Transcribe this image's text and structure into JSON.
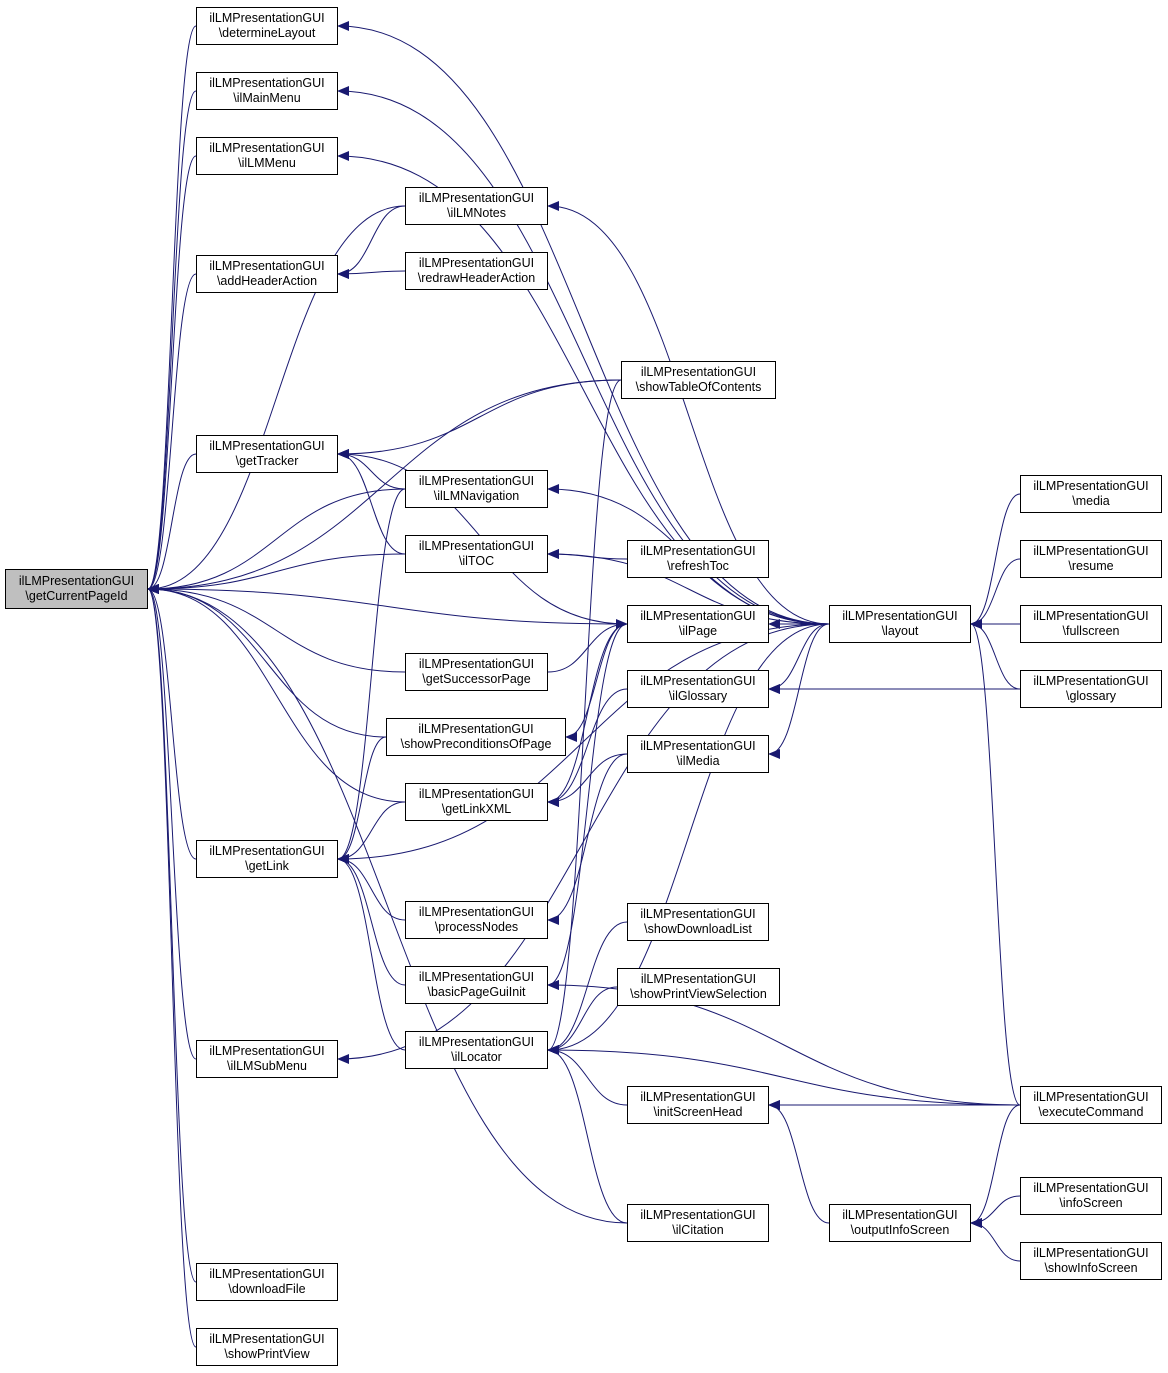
{
  "colors": {
    "edge": "#191970",
    "node_border": "#000000",
    "root_fill": "#bfbfbf",
    "node_fill": "#ffffff"
  },
  "root": "getCurrentPageId",
  "nodes": {
    "getCurrentPageId": {
      "line1": "ilLMPresentationGUI",
      "line2": "\\getCurrentPageId"
    },
    "determineLayout": {
      "line1": "ilLMPresentationGUI",
      "line2": "\\determineLayout"
    },
    "ilMainMenu": {
      "line1": "ilLMPresentationGUI",
      "line2": "\\ilMainMenu"
    },
    "ilLMMenu": {
      "line1": "ilLMPresentationGUI",
      "line2": "\\ilLMMenu"
    },
    "ilLMNotes": {
      "line1": "ilLMPresentationGUI",
      "line2": "\\ilLMNotes"
    },
    "addHeaderAction": {
      "line1": "ilLMPresentationGUI",
      "line2": "\\addHeaderAction"
    },
    "redrawHeaderAction": {
      "line1": "ilLMPresentationGUI",
      "line2": "\\redrawHeaderAction"
    },
    "showTableOfContents": {
      "line1": "ilLMPresentationGUI",
      "line2": "\\showTableOfContents"
    },
    "getTracker": {
      "line1": "ilLMPresentationGUI",
      "line2": "\\getTracker"
    },
    "ilLMNavigation": {
      "line1": "ilLMPresentationGUI",
      "line2": "\\ilLMNavigation"
    },
    "ilTOC": {
      "line1": "ilLMPresentationGUI",
      "line2": "\\ilTOC"
    },
    "refreshToc": {
      "line1": "ilLMPresentationGUI",
      "line2": "\\refreshToc"
    },
    "ilPage": {
      "line1": "ilLMPresentationGUI",
      "line2": "\\ilPage"
    },
    "layout": {
      "line1": "ilLMPresentationGUI",
      "line2": "\\layout"
    },
    "media": {
      "line1": "ilLMPresentationGUI",
      "line2": "\\media"
    },
    "resume": {
      "line1": "ilLMPresentationGUI",
      "line2": "\\resume"
    },
    "fullscreen": {
      "line1": "ilLMPresentationGUI",
      "line2": "\\fullscreen"
    },
    "glossary": {
      "line1": "ilLMPresentationGUI",
      "line2": "\\glossary"
    },
    "getSuccessorPage": {
      "line1": "ilLMPresentationGUI",
      "line2": "\\getSuccessorPage"
    },
    "ilGlossary": {
      "line1": "ilLMPresentationGUI",
      "line2": "\\ilGlossary"
    },
    "showPreconditionsOfPage": {
      "line1": "ilLMPresentationGUI",
      "line2": "\\showPreconditionsOfPage"
    },
    "ilMedia": {
      "line1": "ilLMPresentationGUI",
      "line2": "\\ilMedia"
    },
    "getLinkXML": {
      "line1": "ilLMPresentationGUI",
      "line2": "\\getLinkXML"
    },
    "getLink": {
      "line1": "ilLMPresentationGUI",
      "line2": "\\getLink"
    },
    "processNodes": {
      "line1": "ilLMPresentationGUI",
      "line2": "\\processNodes"
    },
    "showDownloadList": {
      "line1": "ilLMPresentationGUI",
      "line2": "\\showDownloadList"
    },
    "basicPageGuiInit": {
      "line1": "ilLMPresentationGUI",
      "line2": "\\basicPageGuiInit"
    },
    "showPrintViewSelection": {
      "line1": "ilLMPresentationGUI",
      "line2": "\\showPrintViewSelection"
    },
    "ilLMSubMenu": {
      "line1": "ilLMPresentationGUI",
      "line2": "\\ilLMSubMenu"
    },
    "ilLocator": {
      "line1": "ilLMPresentationGUI",
      "line2": "\\ilLocator"
    },
    "initScreenHead": {
      "line1": "ilLMPresentationGUI",
      "line2": "\\initScreenHead"
    },
    "executeCommand": {
      "line1": "ilLMPresentationGUI",
      "line2": "\\executeCommand"
    },
    "infoScreen": {
      "line1": "ilLMPresentationGUI",
      "line2": "\\infoScreen"
    },
    "ilCitation": {
      "line1": "ilLMPresentationGUI",
      "line2": "\\ilCitation"
    },
    "outputInfoScreen": {
      "line1": "ilLMPresentationGUI",
      "line2": "\\outputInfoScreen"
    },
    "showInfoScreen": {
      "line1": "ilLMPresentationGUI",
      "line2": "\\showInfoScreen"
    },
    "downloadFile": {
      "line1": "ilLMPresentationGUI",
      "line2": "\\downloadFile"
    },
    "showPrintView": {
      "line1": "ilLMPresentationGUI",
      "line2": "\\showPrintView"
    }
  },
  "edges": [
    [
      "determineLayout",
      "getCurrentPageId"
    ],
    [
      "ilMainMenu",
      "getCurrentPageId"
    ],
    [
      "ilLMMenu",
      "getCurrentPageId"
    ],
    [
      "ilLMNotes",
      "getCurrentPageId"
    ],
    [
      "addHeaderAction",
      "getCurrentPageId"
    ],
    [
      "showTableOfContents",
      "getCurrentPageId"
    ],
    [
      "getTracker",
      "getCurrentPageId"
    ],
    [
      "ilLMNavigation",
      "getCurrentPageId"
    ],
    [
      "ilTOC",
      "getCurrentPageId"
    ],
    [
      "ilPage",
      "getCurrentPageId"
    ],
    [
      "getSuccessorPage",
      "getCurrentPageId"
    ],
    [
      "showPreconditionsOfPage",
      "getCurrentPageId"
    ],
    [
      "getLinkXML",
      "getCurrentPageId"
    ],
    [
      "getLink",
      "getCurrentPageId"
    ],
    [
      "ilLMSubMenu",
      "getCurrentPageId"
    ],
    [
      "ilCitation",
      "getCurrentPageId"
    ],
    [
      "downloadFile",
      "getCurrentPageId"
    ],
    [
      "showPrintView",
      "getCurrentPageId"
    ],
    [
      "layout",
      "determineLayout"
    ],
    [
      "layout",
      "ilMainMenu"
    ],
    [
      "layout",
      "ilLMMenu"
    ],
    [
      "layout",
      "ilLMNotes"
    ],
    [
      "ilLMNotes",
      "addHeaderAction"
    ],
    [
      "redrawHeaderAction",
      "addHeaderAction"
    ],
    [
      "showTableOfContents",
      "getTracker"
    ],
    [
      "ilLMNavigation",
      "getTracker"
    ],
    [
      "ilTOC",
      "getTracker"
    ],
    [
      "ilPage",
      "getTracker"
    ],
    [
      "layout",
      "ilLMNavigation"
    ],
    [
      "layout",
      "ilTOC"
    ],
    [
      "refreshToc",
      "ilTOC"
    ],
    [
      "layout",
      "ilPage"
    ],
    [
      "getSuccessorPage",
      "ilPage"
    ],
    [
      "media",
      "layout"
    ],
    [
      "resume",
      "layout"
    ],
    [
      "fullscreen",
      "layout"
    ],
    [
      "glossary",
      "layout"
    ],
    [
      "executeCommand",
      "layout"
    ],
    [
      "layout",
      "ilGlossary"
    ],
    [
      "glossary",
      "ilGlossary"
    ],
    [
      "layout",
      "ilMedia"
    ],
    [
      "ilPage",
      "showPreconditionsOfPage"
    ],
    [
      "ilGlossary",
      "getLinkXML"
    ],
    [
      "ilMedia",
      "getLinkXML"
    ],
    [
      "ilPage",
      "getLinkXML"
    ],
    [
      "getLinkXML",
      "getLink"
    ],
    [
      "ilLMNavigation",
      "getLink"
    ],
    [
      "showPreconditionsOfPage",
      "getLink"
    ],
    [
      "layout",
      "getLink"
    ],
    [
      "processNodes",
      "getLink"
    ],
    [
      "basicPageGuiInit",
      "getLink"
    ],
    [
      "ilLocator",
      "getLink"
    ],
    [
      "ilMedia",
      "processNodes"
    ],
    [
      "ilPage",
      "basicPageGuiInit"
    ],
    [
      "executeCommand",
      "basicPageGuiInit"
    ],
    [
      "showTableOfContents",
      "ilLocator"
    ],
    [
      "showDownloadList",
      "ilLocator"
    ],
    [
      "showPrintViewSelection",
      "ilLocator"
    ],
    [
      "layout",
      "ilLocator"
    ],
    [
      "initScreenHead",
      "ilLocator"
    ],
    [
      "executeCommand",
      "ilLocator"
    ],
    [
      "ilCitation",
      "ilLocator"
    ],
    [
      "executeCommand",
      "initScreenHead"
    ],
    [
      "outputInfoScreen",
      "initScreenHead"
    ],
    [
      "executeCommand",
      "outputInfoScreen"
    ],
    [
      "infoScreen",
      "outputInfoScreen"
    ],
    [
      "showInfoScreen",
      "outputInfoScreen"
    ],
    [
      "layout",
      "ilLMSubMenu"
    ]
  ]
}
